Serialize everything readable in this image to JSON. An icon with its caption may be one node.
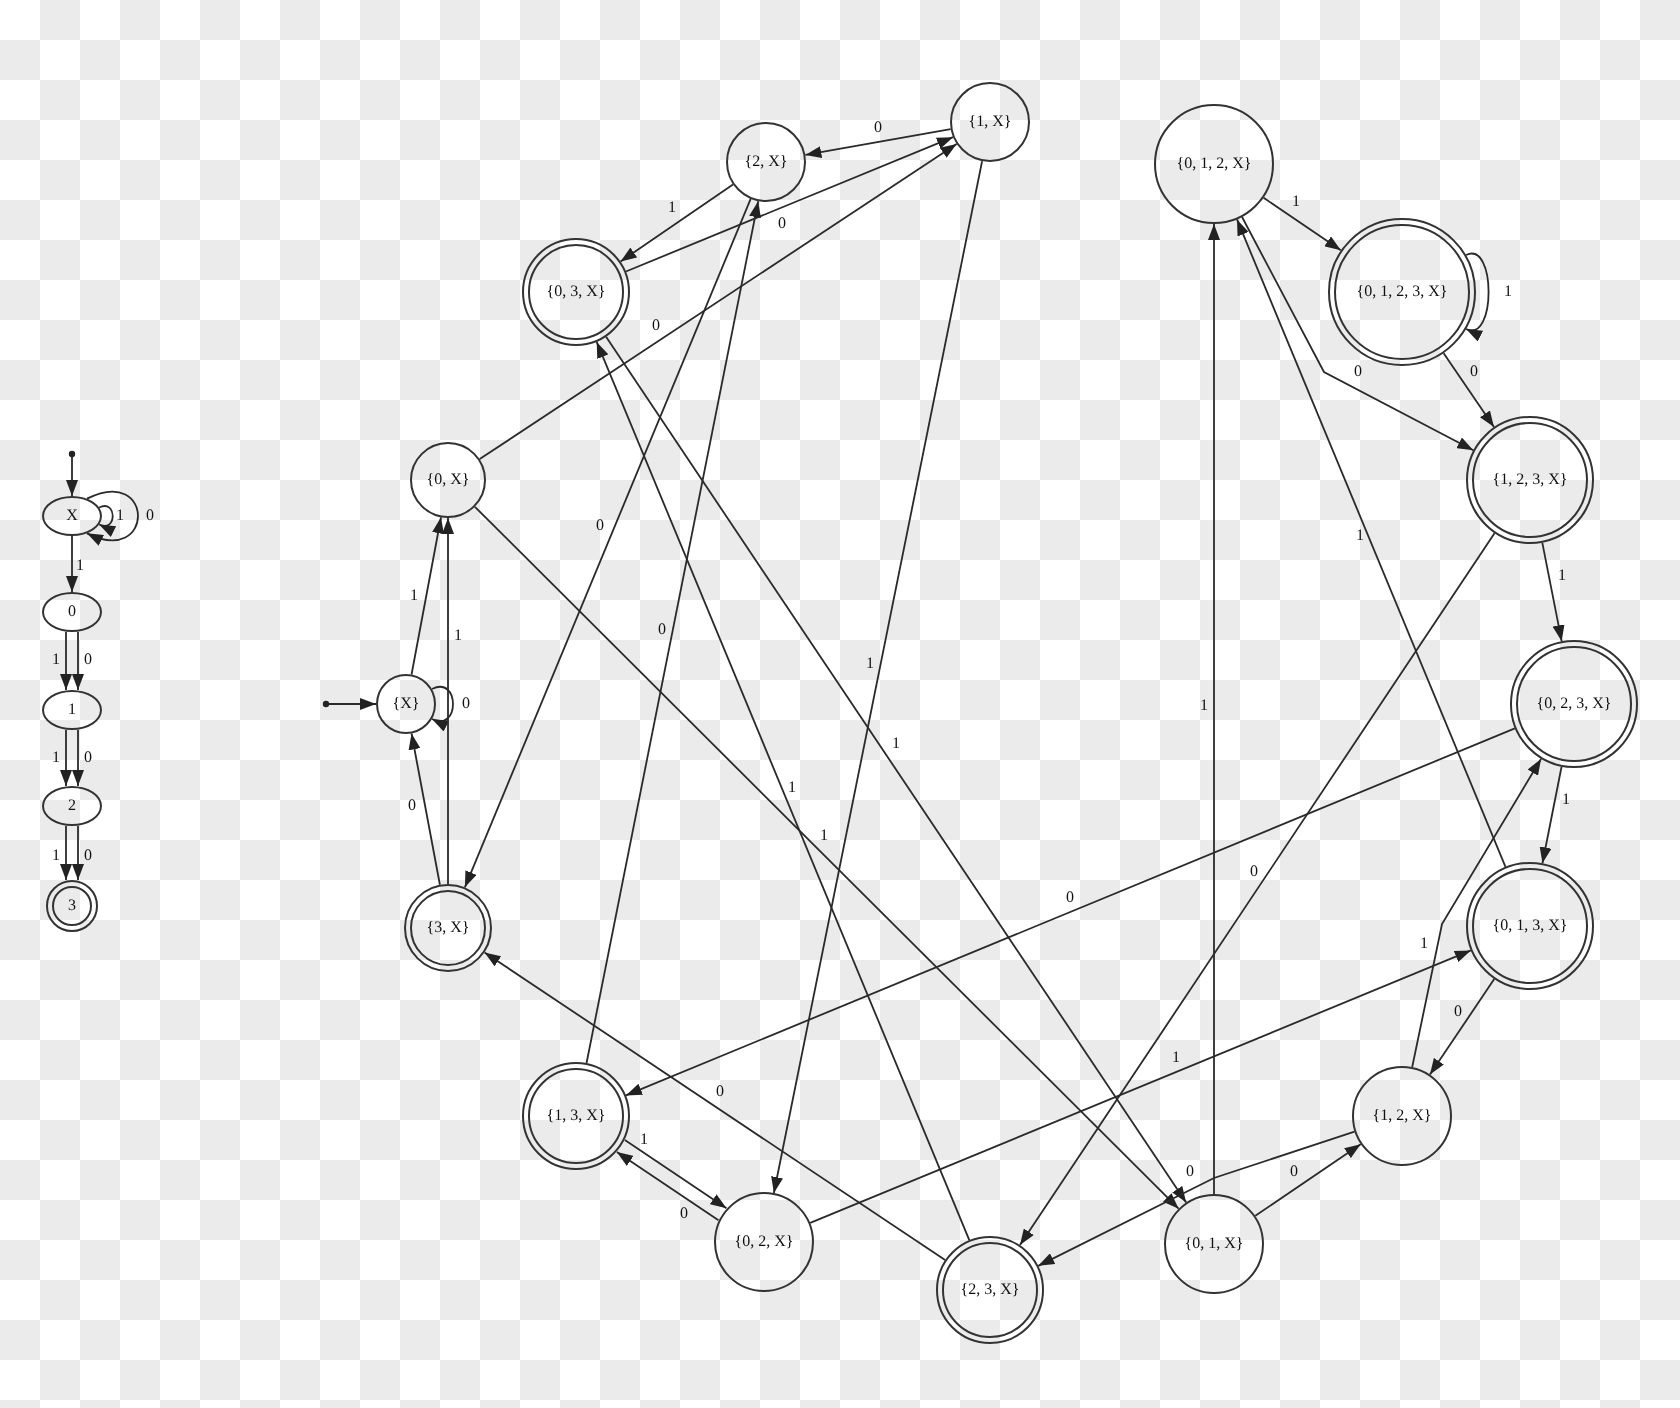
{
  "diagram": {
    "nodes": [
      {
        "text": [
          "X"
        ]
      },
      {
        "text": [
          "0"
        ]
      },
      {
        "text": [
          "1"
        ]
      },
      {
        "text": [
          "2"
        ]
      },
      {
        "text": [
          "3"
        ]
      },
      {
        "text": [
          "{X}"
        ]
      },
      {
        "text": [
          "{0, X}"
        ]
      },
      {
        "text": [
          "{1, X}"
        ]
      },
      {
        "text": [
          "{2, X}"
        ]
      },
      {
        "text": [
          "{0, 3, X}"
        ]
      },
      {
        "text": [
          "{3, X}"
        ]
      },
      {
        "text": [
          "{1, 3, X}"
        ]
      },
      {
        "text": [
          "{0, 2, X}"
        ]
      },
      {
        "text": [
          "{2, 3, X}"
        ]
      },
      {
        "text": [
          "{0, 1, X}"
        ]
      },
      {
        "text": [
          "{1, 2, X}"
        ]
      },
      {
        "text": [
          "{0, 1, 3, X}"
        ]
      },
      {
        "text": [
          "{0, 2, 3, X}"
        ]
      },
      {
        "text": [
          "{1, 2, 3, X}"
        ]
      },
      {
        "text": [
          "{0, 1, 2, 3, X}"
        ]
      },
      {
        "text": [
          "{0, 1, 2, X}"
        ]
      }
    ],
    "edges": [
      {
        "from": null,
        "to": 0,
        "arrow": "to"
      },
      {
        "from": 0,
        "to": 0,
        "label": "1",
        "arrow": "to"
      },
      {
        "from": 0,
        "to": 0,
        "label": "0",
        "arrow": "to"
      },
      {
        "from": 0,
        "to": 1,
        "label": "1",
        "arrow": "to"
      },
      {
        "from": 1,
        "to": 2,
        "label": "1",
        "arrow": "to"
      },
      {
        "from": 1,
        "to": 2,
        "label": "0",
        "arrow": "to"
      },
      {
        "from": 2,
        "to": 3,
        "label": "1",
        "arrow": "to"
      },
      {
        "from": 2,
        "to": 3,
        "label": "0",
        "arrow": "to"
      },
      {
        "from": 3,
        "to": 4,
        "label": "1",
        "arrow": "to"
      },
      {
        "from": 3,
        "to": 4,
        "label": "0",
        "arrow": "to"
      },
      {
        "from": null,
        "to": 5,
        "arrow": "to"
      },
      {
        "from": 5,
        "to": 5,
        "label": "0",
        "arrow": "to"
      },
      {
        "from": 5,
        "to": 6,
        "label": "1",
        "arrow": "to"
      },
      {
        "from": 6,
        "to": 7,
        "label": "0",
        "arrow": "to"
      },
      {
        "from": 6,
        "to": 14,
        "label": "1",
        "arrow": "to"
      },
      {
        "from": 7,
        "to": 8,
        "label": "0",
        "arrow": "to"
      },
      {
        "from": 7,
        "to": 12,
        "label": "1",
        "arrow": "to"
      },
      {
        "from": 8,
        "to": 10,
        "label": "0",
        "arrow": "to"
      },
      {
        "from": 8,
        "to": 9,
        "label": "1",
        "arrow": "to"
      },
      {
        "from": 9,
        "to": 7,
        "label": "0",
        "arrow": "to"
      },
      {
        "from": 9,
        "to": 14,
        "label": "1",
        "arrow": "to"
      },
      {
        "from": 10,
        "to": 5,
        "label": "0",
        "arrow": "to"
      },
      {
        "from": 10,
        "to": 6,
        "label": "1",
        "arrow": "to"
      },
      {
        "from": 11,
        "to": 8,
        "label": "0",
        "arrow": "to"
      },
      {
        "from": 11,
        "to": 12,
        "label": "1",
        "arrow": "to"
      },
      {
        "from": 12,
        "to": 11,
        "label": "0",
        "arrow": "to"
      },
      {
        "from": 12,
        "to": 16,
        "label": "1",
        "arrow": "to"
      },
      {
        "from": 13,
        "to": 10,
        "label": "0",
        "arrow": "to"
      },
      {
        "from": 13,
        "to": 9,
        "label": "1",
        "arrow": "to"
      },
      {
        "from": 14,
        "to": 15,
        "label": "0",
        "arrow": "to"
      },
      {
        "from": 14,
        "to": 20,
        "label": "1",
        "arrow": "to"
      },
      {
        "from": 15,
        "to": 13,
        "label": "0",
        "arrow": "to"
      },
      {
        "from": 15,
        "to": 17,
        "label": "1",
        "arrow": "to"
      },
      {
        "from": 16,
        "to": 15,
        "label": "0",
        "arrow": "to"
      },
      {
        "from": 16,
        "to": 20,
        "label": "1",
        "arrow": "to"
      },
      {
        "from": 17,
        "to": 11,
        "label": "0",
        "arrow": "to"
      },
      {
        "from": 17,
        "to": 16,
        "label": "1",
        "arrow": "to"
      },
      {
        "from": 18,
        "to": 13,
        "label": "0",
        "arrow": "to"
      },
      {
        "from": 18,
        "to": 17,
        "label": "1",
        "arrow": "to"
      },
      {
        "from": 19,
        "to": 18,
        "label": "0",
        "arrow": "to"
      },
      {
        "from": 19,
        "to": 19,
        "label": "1",
        "arrow": "to"
      },
      {
        "from": 20,
        "to": 18,
        "label": "0",
        "arrow": "to"
      },
      {
        "from": 20,
        "to": 19,
        "label": "1",
        "arrow": "to"
      }
    ]
  }
}
